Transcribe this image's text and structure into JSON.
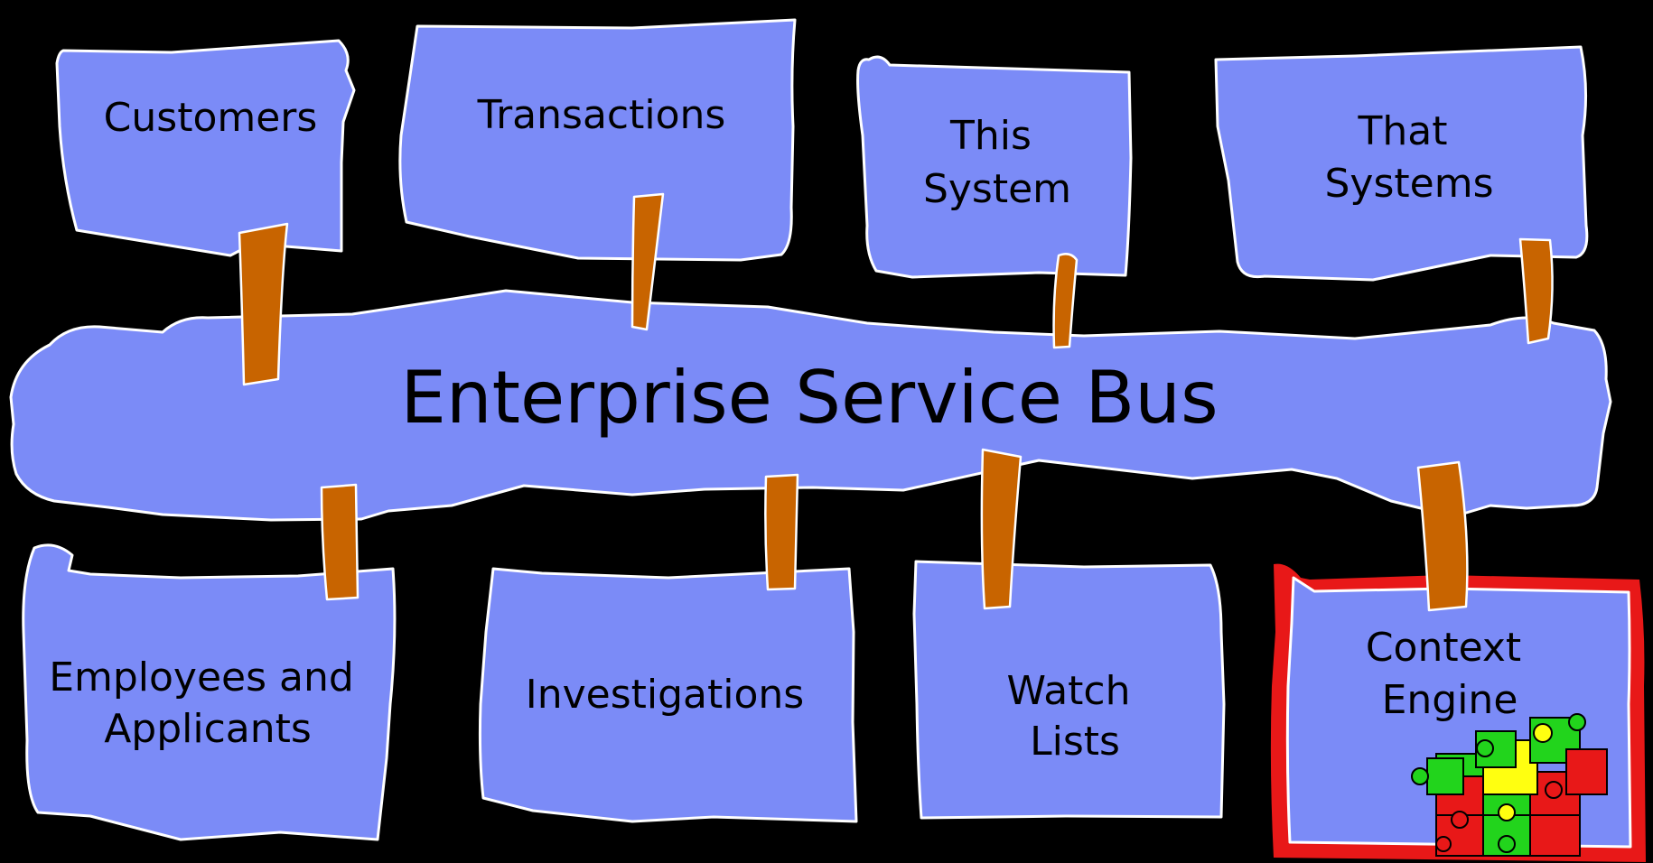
{
  "diagram": {
    "bus": {
      "label": "Enterprise Service Bus"
    },
    "top_nodes": [
      {
        "id": "customers",
        "lines": [
          "Customers"
        ]
      },
      {
        "id": "transactions",
        "lines": [
          "Transactions"
        ]
      },
      {
        "id": "this-system",
        "lines": [
          "This",
          "System"
        ]
      },
      {
        "id": "that-systems",
        "lines": [
          "That",
          "Systems"
        ]
      }
    ],
    "bottom_nodes": [
      {
        "id": "employees-and-applicants",
        "lines": [
          "Employees and",
          "Applicants"
        ]
      },
      {
        "id": "investigations",
        "lines": [
          "Investigations"
        ]
      },
      {
        "id": "watch-lists",
        "lines": [
          "Watch",
          "Lists"
        ]
      },
      {
        "id": "context-engine",
        "lines": [
          "Context",
          "Engine"
        ],
        "highlighted": true,
        "icon": "puzzle-pieces-icon"
      }
    ],
    "colors": {
      "background": "#000000",
      "card_fill": "#7b8bf7",
      "card_stroke": "#ffffff",
      "connector": "#c86400",
      "highlight_border": "#ff1010",
      "puzzle_green": "#22d41c",
      "puzzle_yellow": "#ffff10",
      "puzzle_red": "#e81818"
    }
  }
}
